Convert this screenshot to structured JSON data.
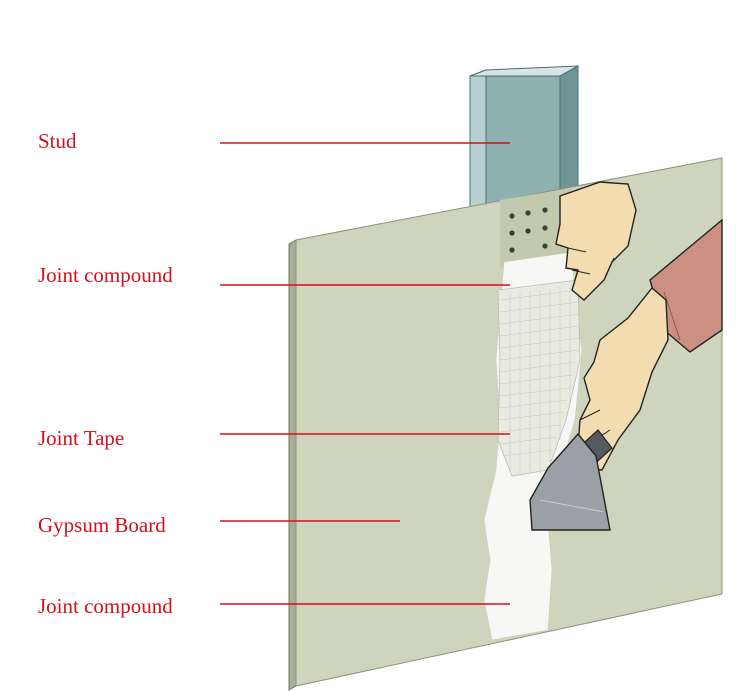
{
  "colors": {
    "label_text": "#d3111b",
    "leader_line": "#d3111b",
    "board_face": "#cfd5bd",
    "board_edge": "#a7ad96",
    "stud": "#8fb1b2",
    "compound": "#f7f8f6",
    "tape": "#e9ebe0",
    "skin": "#f3ddb0",
    "sleeve": "#cc8f84",
    "knife_blade": "#9aa0a4",
    "knife_handle": "#555a5e",
    "outline": "#222222"
  },
  "labels": {
    "stud": "Stud",
    "joint_compound_top": "Joint compound",
    "joint_tape": "Joint Tape",
    "gypsum_board": "Gypsum Board",
    "joint_compound_bottom": "Joint compound"
  }
}
